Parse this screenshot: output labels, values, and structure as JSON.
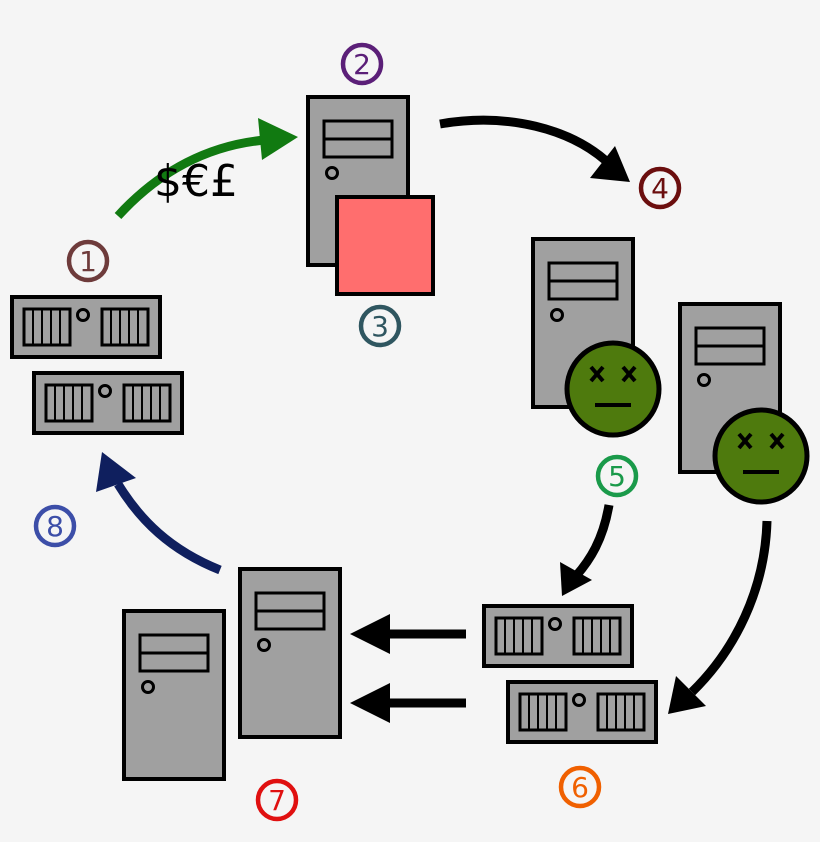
{
  "steps": [
    {
      "label": "1",
      "color": "#6e3b3b"
    },
    {
      "label": "2",
      "color": "#5b1f78"
    },
    {
      "label": "3",
      "color": "#2f5660"
    },
    {
      "label": "4",
      "color": "#6b0e0e"
    },
    {
      "label": "5",
      "color": "#1a9a4a"
    },
    {
      "label": "6",
      "color": "#f06000"
    },
    {
      "label": "7",
      "color": "#e01010"
    },
    {
      "label": "8",
      "color": "#3c4ea8"
    }
  ],
  "currency_label": "$€£",
  "colors": {
    "machine_fill": "#a0a0a0",
    "machine_stroke": "#000000",
    "payload_fill": "#ff6e6e",
    "dead_face_fill": "#4e7a0d",
    "arrow_payment": "#117a11",
    "arrow_return": "#0f1f5e",
    "arrow_default": "#000000"
  },
  "icons": {
    "dead_face_eyes": "X X"
  }
}
